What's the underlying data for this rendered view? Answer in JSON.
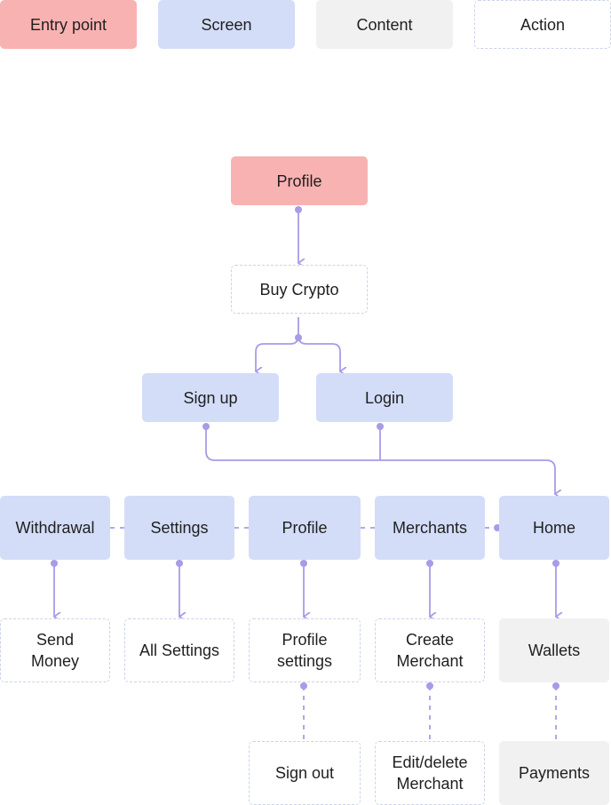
{
  "legend": {
    "entry": "Entry point",
    "screen": "Screen",
    "content": "Content",
    "action": "Action"
  },
  "nodes": {
    "profile_entry": "Profile",
    "buy_crypto": "Buy Crypto",
    "sign_up": "Sign up",
    "login": "Login",
    "withdrawal": "Withdrawal",
    "settings": "Settings",
    "profile": "Profile",
    "merchants": "Merchants",
    "home": "Home",
    "send_money": "Send\nMoney",
    "all_settings": "All Settings",
    "profile_settings": "Profile\nsettings",
    "create_merchant": "Create\nMerchant",
    "wallets": "Wallets",
    "sign_out": "Sign out",
    "edit_delete_merchant": "Edit/delete\nMerchant",
    "payments": "Payments"
  },
  "colors": {
    "entry": "#f9b2b2",
    "screen": "#d3ddf8",
    "content": "#f1f1f1",
    "action_border": "#cbd3ea",
    "connector": "#a79ce8"
  }
}
